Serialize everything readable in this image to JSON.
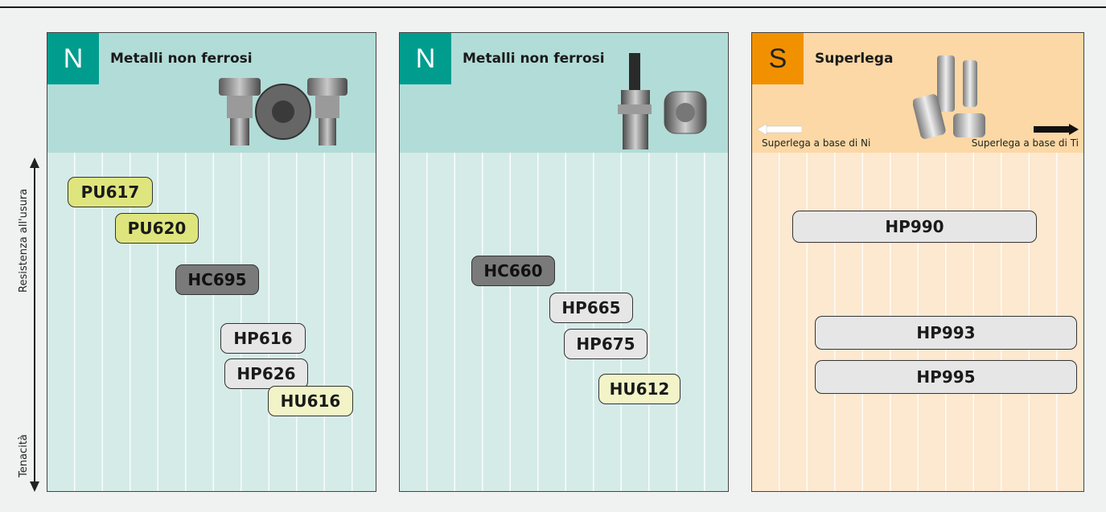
{
  "axis": {
    "top_label": "Resistenza all'usura",
    "bottom_label": "Tenacità"
  },
  "panels": [
    {
      "badge": "N",
      "title": "Metalli non ferrosi",
      "grades": [
        "PU617",
        "PU620",
        "HC695",
        "HP616",
        "HP626",
        "HU616"
      ]
    },
    {
      "badge": "N",
      "title": "Metalli non ferrosi",
      "grades": [
        "HC660",
        "HP665",
        "HP675",
        "HU612"
      ]
    },
    {
      "badge": "S",
      "title": "Superlega",
      "note_left": "Superlega a base di Ni",
      "note_right": "Superlega a base di Ti",
      "grades": [
        "HP990",
        "HP993",
        "HP995"
      ]
    }
  ],
  "colors": {
    "n_badge": "#009d8f",
    "s_badge": "#f29100",
    "n_header": "#b2dcd7",
    "s_header": "#fbd8a5",
    "grade_yellow": "#dfe57d",
    "grade_dark": "#7a7a7a",
    "grade_light": "#e6e6e6",
    "grade_pale": "#f2f4c8"
  }
}
